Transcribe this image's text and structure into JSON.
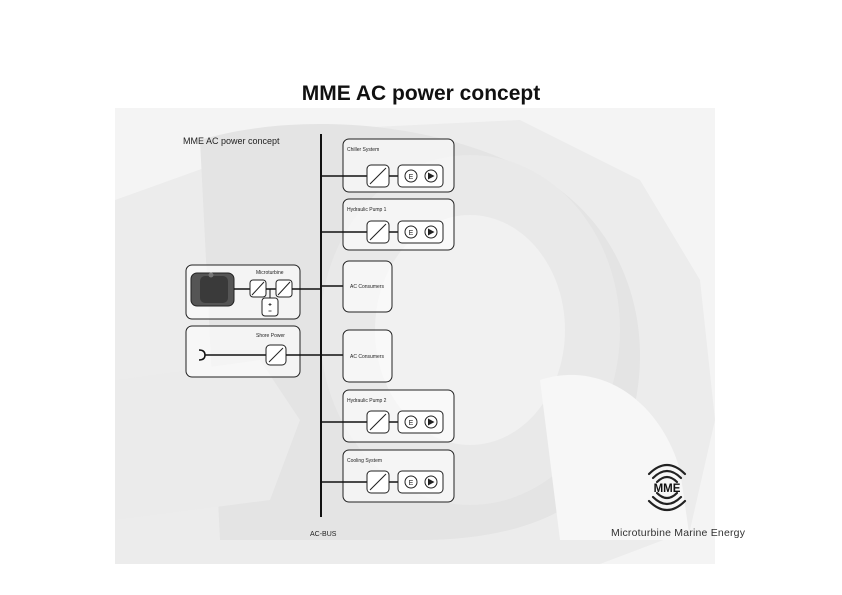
{
  "page": {
    "title": "MME AC power concept"
  },
  "diagram": {
    "heading": "MME AC power concept",
    "bus_label": "AC-BUS",
    "boxes": {
      "chiller": "Chiller System",
      "hydraulic1": "Hydraulic Pump 1",
      "microturbine": "Microturbine",
      "ac_consumers_1": "AC Consumers",
      "shore_power": "Shore Power",
      "ac_consumers_2": "AC Consumers",
      "hydraulic2": "Hydraulic Pump 2",
      "cooling": "Cooling System"
    },
    "motor_symbol": "E"
  },
  "brand": {
    "logo_text": "MME",
    "name": "Microturbine Marine Energy"
  },
  "colors": {
    "background": "#ffffff",
    "line": "#111111",
    "box_stroke": "#222222",
    "watermark": "#e6e6e6"
  }
}
